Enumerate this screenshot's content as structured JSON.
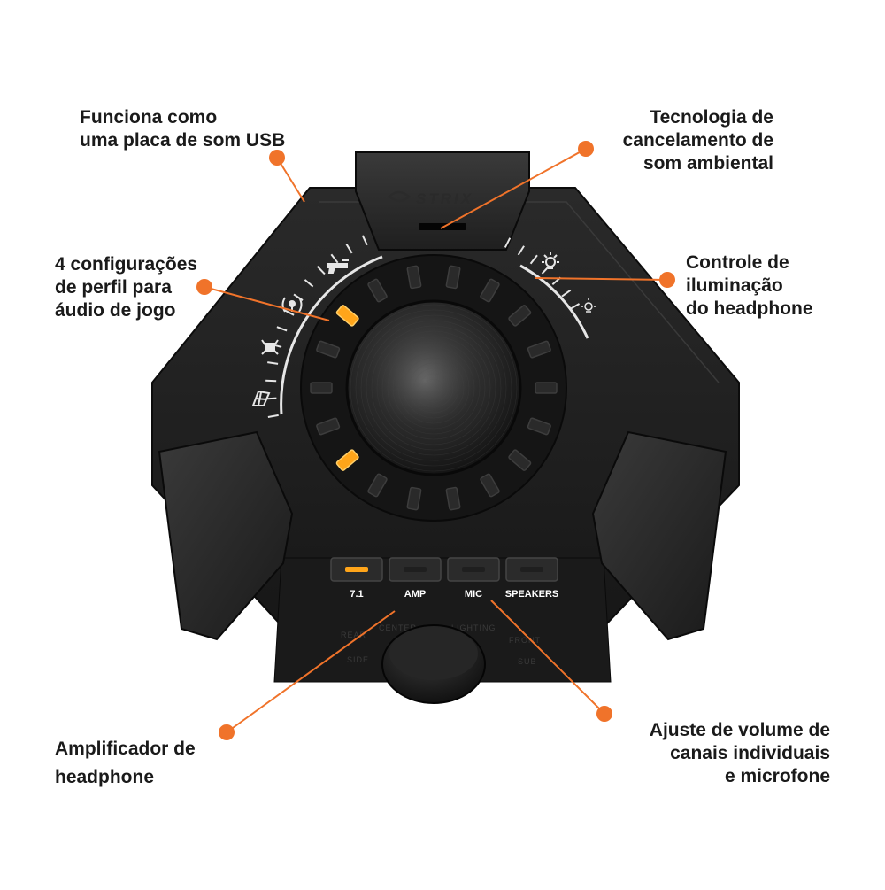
{
  "brand": {
    "logo_text": "STRIX"
  },
  "colors": {
    "accent": "#f0732a",
    "led": "#ffa51a",
    "body": "#1c1c1c"
  },
  "buttons": [
    {
      "label": "7.1",
      "led_on": true
    },
    {
      "label": "AMP",
      "led_on": false
    },
    {
      "label": "MIC",
      "led_on": false
    },
    {
      "label": "SPEAKERS",
      "led_on": false
    }
  ],
  "rear_labels": {
    "rear": "REAR",
    "center": "CENTER",
    "lighting": "LIGHTING",
    "front": "FRONT",
    "side": "SIDE",
    "sub": "SUB"
  },
  "icons": {
    "profile_left": [
      "shooter-gun-icon",
      "radar-sound-icon",
      "spider-mech-icon",
      "racing-flag-icon"
    ],
    "lighting_right": [
      "light-bright-icon",
      "light-dim-icon"
    ]
  },
  "callouts": {
    "usb": [
      "Funciona como",
      "uma placa de som USB"
    ],
    "noise": [
      "Tecnologia de",
      "cancelamento de",
      "som ambiental"
    ],
    "profiles": [
      "4 configurações",
      "de perfil para",
      "áudio de jogo"
    ],
    "lighting": [
      "Controle de",
      "iluminação",
      "do headphone"
    ],
    "amp": [
      "Amplificador de",
      "headphone"
    ],
    "volume": [
      "Ajuste de volume de",
      "canais individuais",
      "e microfone"
    ]
  }
}
